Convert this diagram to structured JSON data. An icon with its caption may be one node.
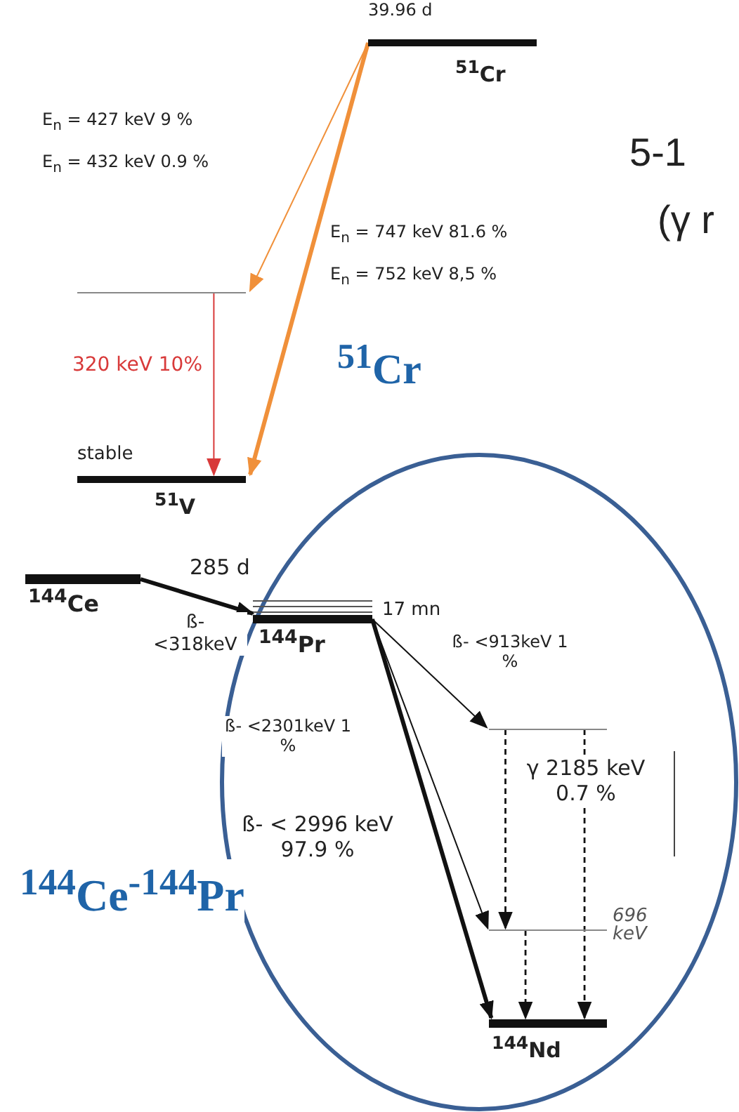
{
  "diagram": {
    "nodes": [
      {
        "text": [
          "$^{51}$Cr"
        ],
        "beside": [
          "39.96 d"
        ]
      },
      {
        "text": [],
        "shape": "bar"
      },
      {
        "text": [
          "$^{51}$V"
        ],
        "beside": [
          "stable"
        ]
      },
      {
        "text": [
          "$^{144}$Ce"
        ],
        "beside": [
          "285 d"
        ]
      },
      {
        "text": [
          "$^{144}$Pr"
        ],
        "beside": [
          "17 mn"
        ]
      },
      {
        "text": [],
        "shape": "bar"
      },
      {
        "text": [],
        "shape": "bar",
        "beside": [
          "696 keV"
        ]
      },
      {
        "text": [
          "$^{144}$Nd"
        ]
      }
    ],
    "edges": [
      {
        "from": 0,
        "to": 1,
        "arrow": "to",
        "color": "#f0903a"
      },
      {
        "from": 0,
        "to": 2,
        "arrow": "to",
        "style": "thick",
        "color": "#f0903a"
      },
      {
        "from": 1,
        "to": 2,
        "arrow": "to",
        "label": "320 keV 10%",
        "color": "#d83a3a"
      },
      {
        "from": 3,
        "to": 4,
        "arrow": "to",
        "label": "ß- <318keV",
        "style": "thick"
      },
      {
        "from": 4,
        "to": 5,
        "arrow": "to",
        "label": "ß- <913keV 1 %"
      },
      {
        "from": 4,
        "to": 6,
        "arrow": "to",
        "label": "ß- <2301keV 1 %"
      },
      {
        "from": 4,
        "to": 7,
        "arrow": "to",
        "label": "ß- < 2996 keV 97.9 %",
        "style": "thick"
      },
      {
        "from": 5,
        "to": 6,
        "arrow": "to",
        "style": "dashed"
      },
      {
        "from": 5,
        "to": 7,
        "arrow": "to",
        "label": "γ 2185 keV 0.7 %",
        "style": "dashed"
      },
      {
        "from": 6,
        "to": 7,
        "arrow": "to",
        "style": "dashed"
      }
    ],
    "labels": [
      "E$_{n}$ = 427 keV 9 %",
      "E$_{n}$ = 432 keV 0.9 %",
      "5-1",
      "(γ r",
      "E$_{n}$ = 747 keV 81.6 %",
      "E$_{n}$ = 752 keV 8,5 %",
      "$^{51}$Cr",
      "$^{144}$Ce$^{-144}$Pr"
    ]
  }
}
